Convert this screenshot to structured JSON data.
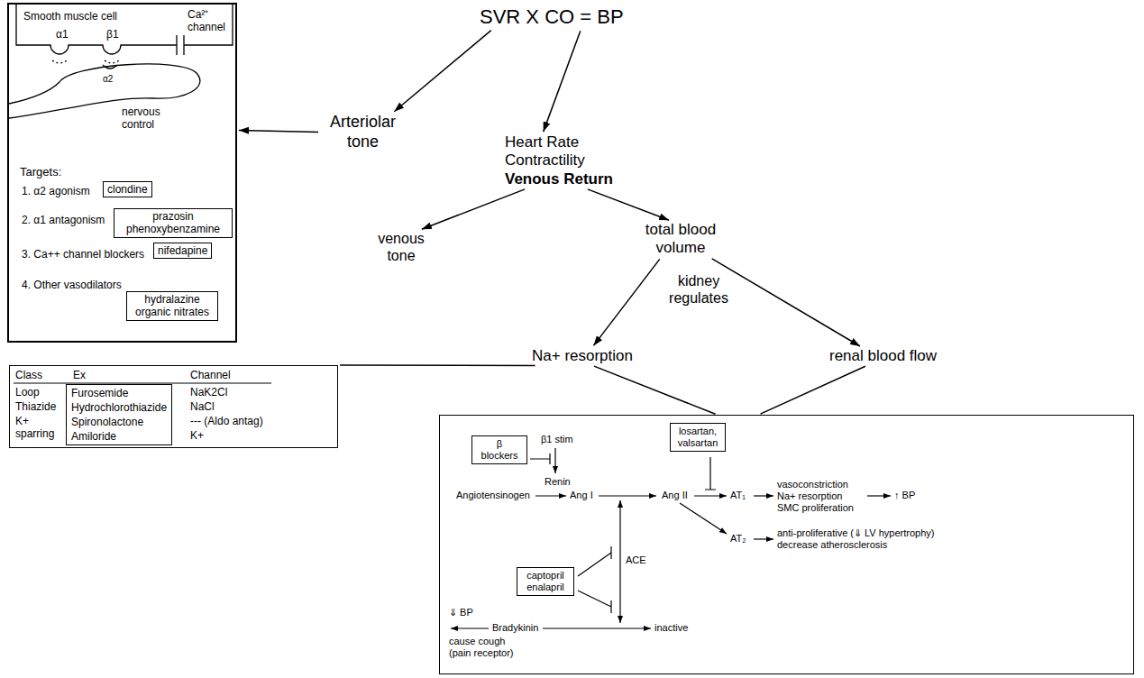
{
  "diagram": {
    "nodes": [
      {
        "text": [
          "SVR X CO = BP"
        ]
      },
      {
        "text": [
          "Smooth muscle cell",
          "α1",
          "β1",
          "Ca²⁺ channel",
          "α2",
          "nervous control",
          "Targets:",
          "1. α2 agonism",
          "2. α1 antagonism",
          "3. Ca++ channel blockers",
          "4. Other vasodilators"
        ]
      },
      {
        "text": [
          "clondine"
        ],
        "in": 1
      },
      {
        "text": [
          "prazosin phenoxybenzamine"
        ],
        "in": 1
      },
      {
        "text": [
          "nifedapine"
        ],
        "in": 1
      },
      {
        "text": [
          "hydralazine organic nitrates"
        ],
        "in": 1
      },
      {
        "text": [
          "Arteriolar tone"
        ]
      },
      {
        "text": [
          "Heart Rate",
          "Contractility",
          "Venous Return"
        ]
      },
      {
        "text": [
          "venous tone"
        ]
      },
      {
        "text": [
          "total blood volume"
        ]
      },
      {
        "text": [
          "Na+ resorption"
        ]
      },
      {
        "text": [
          "renal blood flow"
        ]
      },
      {
        "text": [
          "Class",
          "Ex",
          "Channel",
          "Loop",
          "NaK2Cl",
          "Thiazide",
          "NaCl",
          "K+ sparring",
          "--- (Aldo antag)",
          "K+"
        ]
      },
      {
        "text": [
          "Furosemide",
          "Hydrochlorothiazide",
          "Spironolactone",
          "Amiloride"
        ],
        "in": 12
      },
      {
        "text": [
          "β1 stim",
          "Angiotensinogen",
          "Renin",
          "Ang I",
          "Ang II",
          "AT₁",
          "vasoconstriction Na+ resorption SMC proliferation",
          "↑ BP",
          "AT₂",
          "anti-proliferative (⇓ LV hypertrophy) decrease atherosclerosis",
          "ACE",
          "⇓ BP",
          "cause cough (pain receptor)",
          "Bradykinin",
          "inactive"
        ]
      },
      {
        "text": [
          "β blockers"
        ],
        "in": 14
      },
      {
        "text": [
          "losartan, valsartan"
        ],
        "in": 14
      },
      {
        "text": [
          "captopril enalapril"
        ],
        "in": 14
      }
    ],
    "edges": [
      {
        "from": 0,
        "to": 6,
        "arrow": "to"
      },
      {
        "from": 0,
        "to": 7,
        "arrow": "to"
      },
      {
        "from": 6,
        "to": 1,
        "arrow": "to"
      },
      {
        "from": 7,
        "to": 8,
        "arrow": "to"
      },
      {
        "from": 7,
        "to": 9,
        "arrow": "to"
      },
      {
        "from": 9,
        "to": 10,
        "arrow": "to"
      },
      {
        "from": 9,
        "to": 11,
        "arrow": "to"
      },
      {
        "from": 10,
        "to": 12,
        "arrow": "none"
      },
      {
        "from": 10,
        "to": 14,
        "arrow": "none"
      },
      {
        "from": 11,
        "to": 14,
        "arrow": "none"
      }
    ],
    "labels": [
      "kidney regulates"
    ]
  }
}
